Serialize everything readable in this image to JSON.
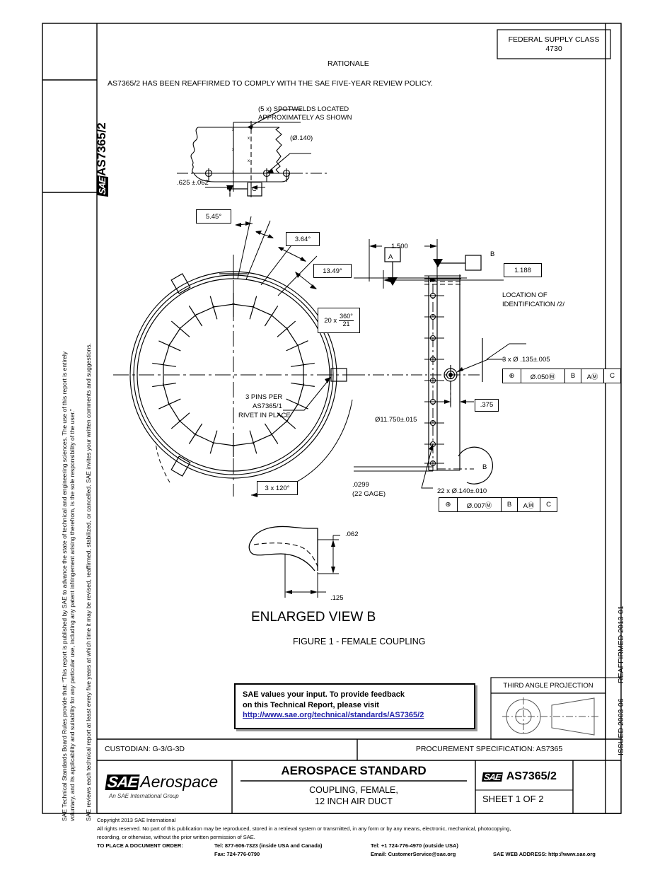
{
  "document": {
    "standard_number": "AS7365/2",
    "federal_supply_class_label": "FEDERAL SUPPLY CLASS",
    "federal_supply_class_value": "4730",
    "rationale_heading": "RATIONALE",
    "rationale_text": "AS7365/2 HAS BEEN REAFFIRMED TO COMPLY WITH THE SAE FIVE-YEAR REVIEW POLICY.",
    "reaffirmed": "REAFFIRMED 2013-01",
    "issued": "ISSUED 2003-06"
  },
  "sidebar": {
    "line1": "SAE Technical Standards Board Rules provide that: “This report is published by SAE to advance the state of technical and engineering sciences. The use of this report is entirely",
    "line2": "voluntary, and its applicability and suitability for any particular use, including any patent infringement arising therefrom, is the sole responsibility of the user.”",
    "line3": "SAE reviews each technical report at least every five years at which time it may be revised, reaffirmed, stabilized, or cancelled. SAE invites your written comments and suggestions."
  },
  "drawing": {
    "detail_spotweld": {
      "note_line1": "(5 x) SPOTWELDS LOCATED",
      "note_line2": "APPROXIMATELY AS SHOWN",
      "hole_callout": "(Ø.140)",
      "dim_625": ".625 ±.062",
      "datum_c": "C"
    },
    "front_view": {
      "ang_545": "5.45°",
      "ang_364": "3.64°",
      "ang_1349": "13.49°",
      "pattern_prefix": "20 x ",
      "pattern_num": "360°",
      "pattern_den": "21",
      "pins_line1": "3 PINS PER",
      "pins_line2": "AS7365/1",
      "pins_line3": "RIVET IN PLACE",
      "three_x_120": "3 x 120°",
      "dia_major": "Ø11.750±.015",
      "gage_line1": ".0299",
      "gage_line2": "(22 GAGE)"
    },
    "side_view": {
      "datum_a": "A",
      "datum_b": "B",
      "dim_1500": "1.500",
      "dim_1188": "1.188",
      "dim_375": ".375",
      "ident_line1": "LOCATION OF",
      "ident_line2": "IDENTIFICATION /2/",
      "hole3_callout": "3 x Ø .135±.005",
      "fcf_top": [
        "⊕",
        "Ø.050Ⓜ",
        "B",
        "AⓂ",
        "C"
      ],
      "hole22_callout": "22 x Ø.140±.010",
      "fcf_bottom": [
        "⊕",
        "Ø.007Ⓜ",
        "B",
        "AⓂ",
        "C"
      ],
      "view_b_mark": "B"
    },
    "enlarged_view": {
      "dim_062": ".062",
      "dim_125": ".125",
      "title": "ENLARGED VIEW B"
    },
    "figure_caption": "FIGURE 1 - FEMALE COUPLING"
  },
  "feedback": {
    "line1": "SAE values your input. To provide feedback",
    "line2": "on this Technical Report, please visit",
    "url": "http://www.sae.org/technical/standards/AS7365/2"
  },
  "projection": {
    "label": "THIRD ANGLE PROJECTION"
  },
  "title_block": {
    "custodian": "CUSTODIAN: G-3/G-3D",
    "procurement": "PROCUREMENT SPECIFICATION: AS7365",
    "logo_mark": "SAE",
    "logo_word": "Aerospace",
    "logo_sub": "An SAE International Group",
    "standard_type": "AEROSPACE STANDARD",
    "title_line1": "COUPLING, FEMALE,",
    "title_line2": "12 INCH AIR DUCT",
    "doc_number": "AS7365/2",
    "sheet": "SHEET 1 OF 2"
  },
  "footer": {
    "copyright": "Copyright 2013 SAE International",
    "rights1": "All rights reserved. No part of this publication may be reproduced, stored in a retrieval system or transmitted, in any form or by any means, electronic, mechanical, photocopying,",
    "rights2": "recording, or otherwise, without the prior written permission of SAE.",
    "order_label": "TO PLACE A DOCUMENT ORDER:",
    "tel_inside": "Tel: 877-606-7323 (inside USA and Canada)",
    "fax": "Fax: 724-776-0790",
    "tel_outside": "Tel: +1 724-776-4970 (outside USA)",
    "email": "Email: CustomerService@sae.org",
    "web": "SAE WEB ADDRESS: http://www.sae.org"
  },
  "colors": {
    "line": "#000000",
    "link": "#2222aa",
    "shadow": "#999999"
  }
}
